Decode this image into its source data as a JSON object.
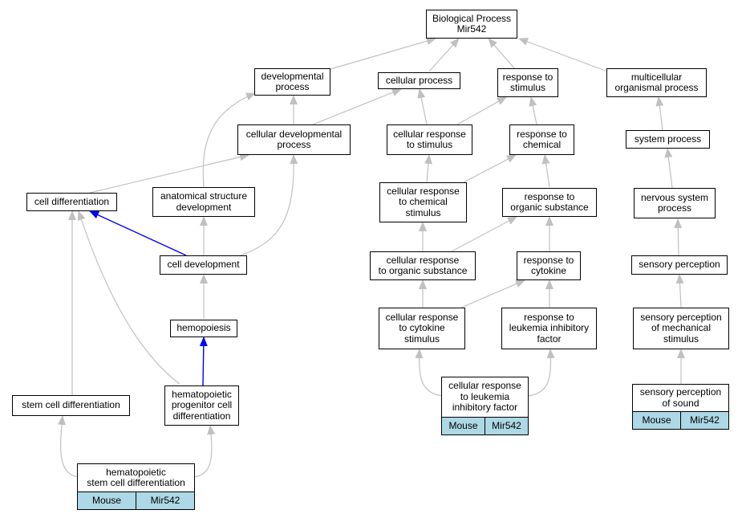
{
  "colors": {
    "edge_default": "#c0c0c0",
    "edge_highlight": "#0000ff",
    "tag_fill": "#add8e6",
    "node_border": "#000000"
  },
  "nodes": {
    "bp": {
      "label": "Biological Process\nMir542"
    },
    "dev": {
      "label": "developmental\nprocess"
    },
    "cp": {
      "label": "cellular process"
    },
    "rts": {
      "label": "response to\nstimulus"
    },
    "mop": {
      "label": "multicellular\norganismal process"
    },
    "cdp": {
      "label": "cellular developmental\nprocess"
    },
    "crs": {
      "label": "cellular response\nto stimulus"
    },
    "rtc": {
      "label": "response to\nchemical"
    },
    "sp": {
      "label": "system process"
    },
    "cdiff": {
      "label": "cell differentiation"
    },
    "asd": {
      "label": "anatomical structure\ndevelopment"
    },
    "crc": {
      "label": "cellular response\nto chemical\nstimulus"
    },
    "ros": {
      "label": "response to\norganic substance"
    },
    "nsp": {
      "label": "nervous system\nprocess"
    },
    "cdev": {
      "label": "cell development"
    },
    "cros": {
      "label": "cellular response\nto organic substance"
    },
    "rcy": {
      "label": "response to\ncytokine"
    },
    "sper": {
      "label": "sensory perception"
    },
    "hemo": {
      "label": "hemopoiesis"
    },
    "ccs": {
      "label": "cellular response\nto cytokine\nstimulus"
    },
    "rlif": {
      "label": "response to\nleukemia inhibitory\nfactor"
    },
    "spm": {
      "label": "sensory perception\nof mechanical\nstimulus"
    },
    "scd": {
      "label": "stem cell differentiation"
    },
    "hpcd": {
      "label": "hematopoietic\nprogenitor cell\ndifferentiation"
    },
    "crlif": {
      "label": "cellular response\nto leukemia\ninhibitory factor",
      "tags": [
        "Mouse",
        "Mir542"
      ]
    },
    "sps": {
      "label": "sensory perception\nof sound",
      "tags": [
        "Mouse",
        "Mir542"
      ]
    },
    "hscd": {
      "label": "hematopoietic\nstem cell differentiation",
      "tags": [
        "Mouse",
        "Mir542"
      ]
    }
  }
}
